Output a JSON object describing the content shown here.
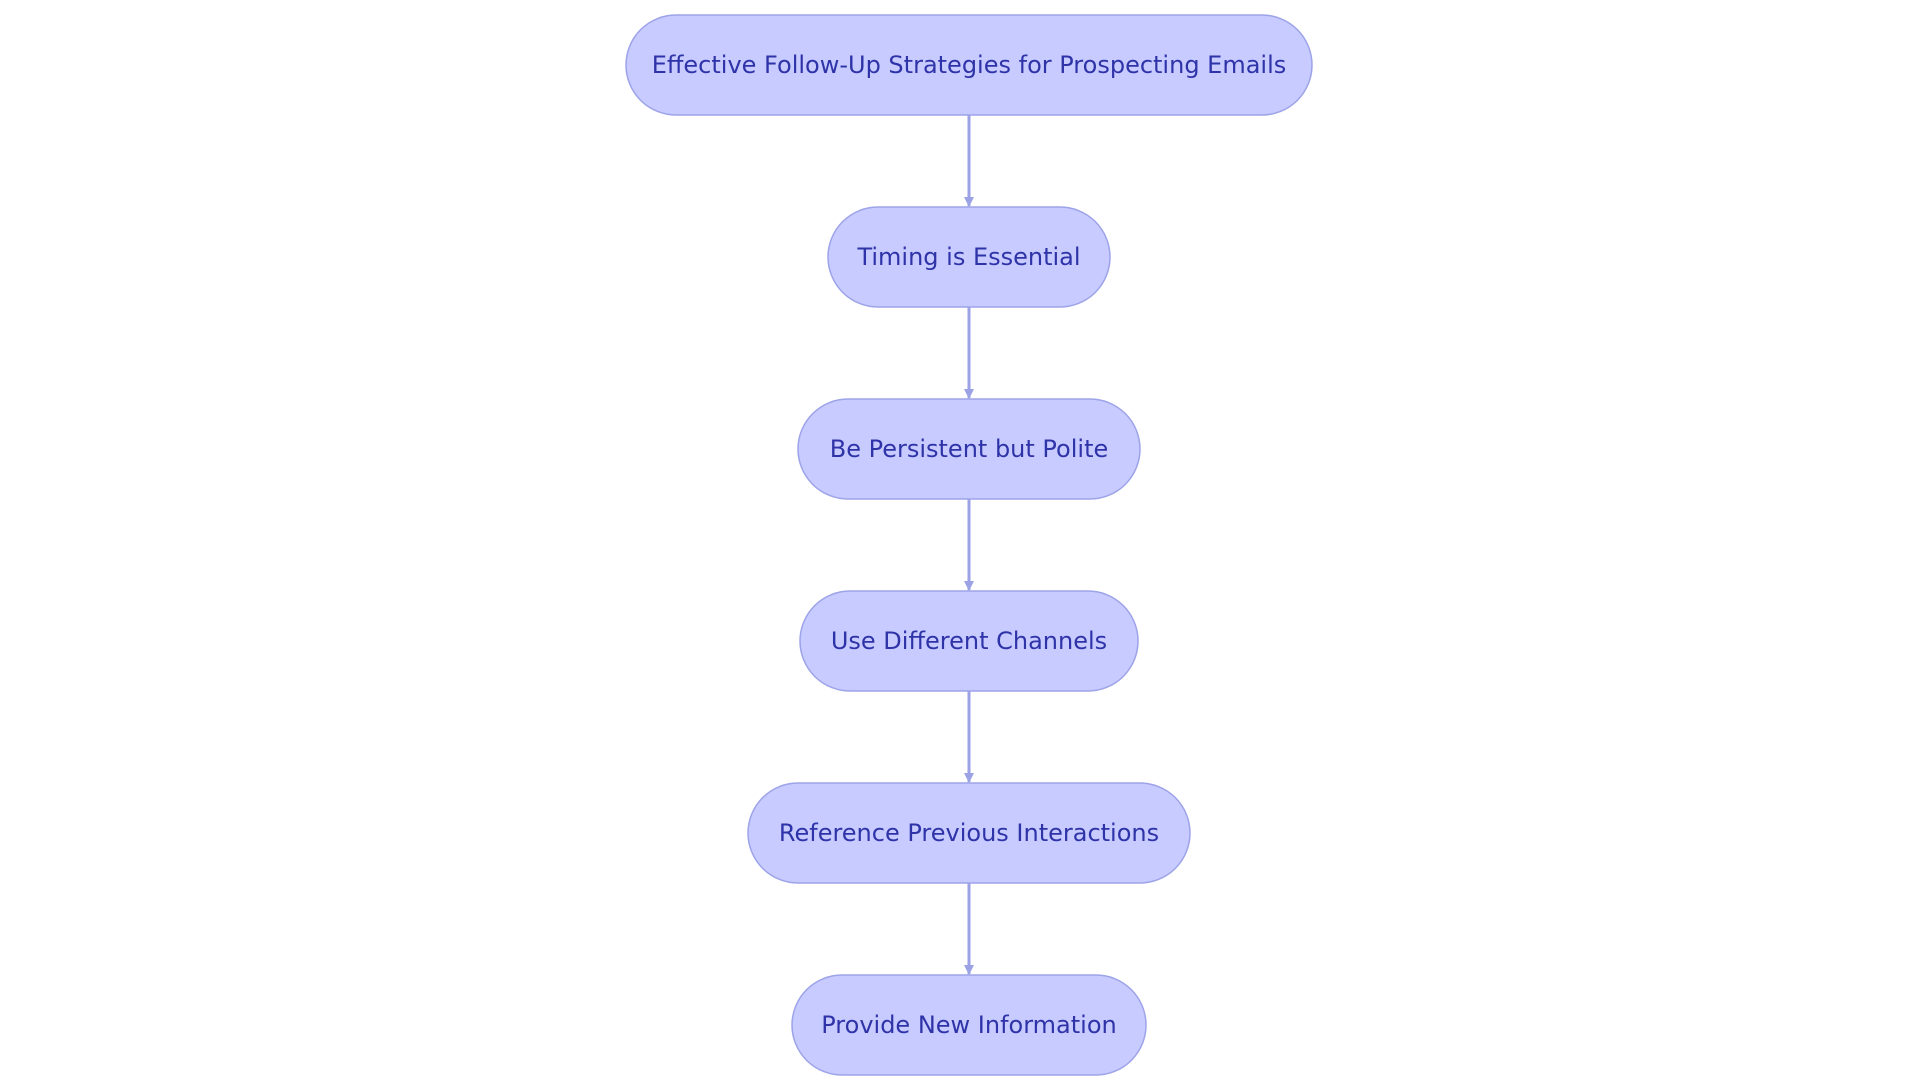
{
  "colors": {
    "node_fill": "#c7cbff",
    "node_stroke": "#9da3e8",
    "text": "#2f33a8",
    "edge": "#9ba2e6",
    "background": "#ffffff"
  },
  "nodes": [
    {
      "id": "n0",
      "label": "Effective Follow-Up Strategies for Prospecting Emails"
    },
    {
      "id": "n1",
      "label": "Timing is Essential"
    },
    {
      "id": "n2",
      "label": "Be Persistent but Polite"
    },
    {
      "id": "n3",
      "label": "Use Different Channels"
    },
    {
      "id": "n4",
      "label": "Reference Previous Interactions"
    },
    {
      "id": "n5",
      "label": "Provide New Information"
    }
  ],
  "edges": [
    {
      "from": "n0",
      "to": "n1"
    },
    {
      "from": "n1",
      "to": "n2"
    },
    {
      "from": "n2",
      "to": "n3"
    },
    {
      "from": "n3",
      "to": "n4"
    },
    {
      "from": "n4",
      "to": "n5"
    }
  ]
}
